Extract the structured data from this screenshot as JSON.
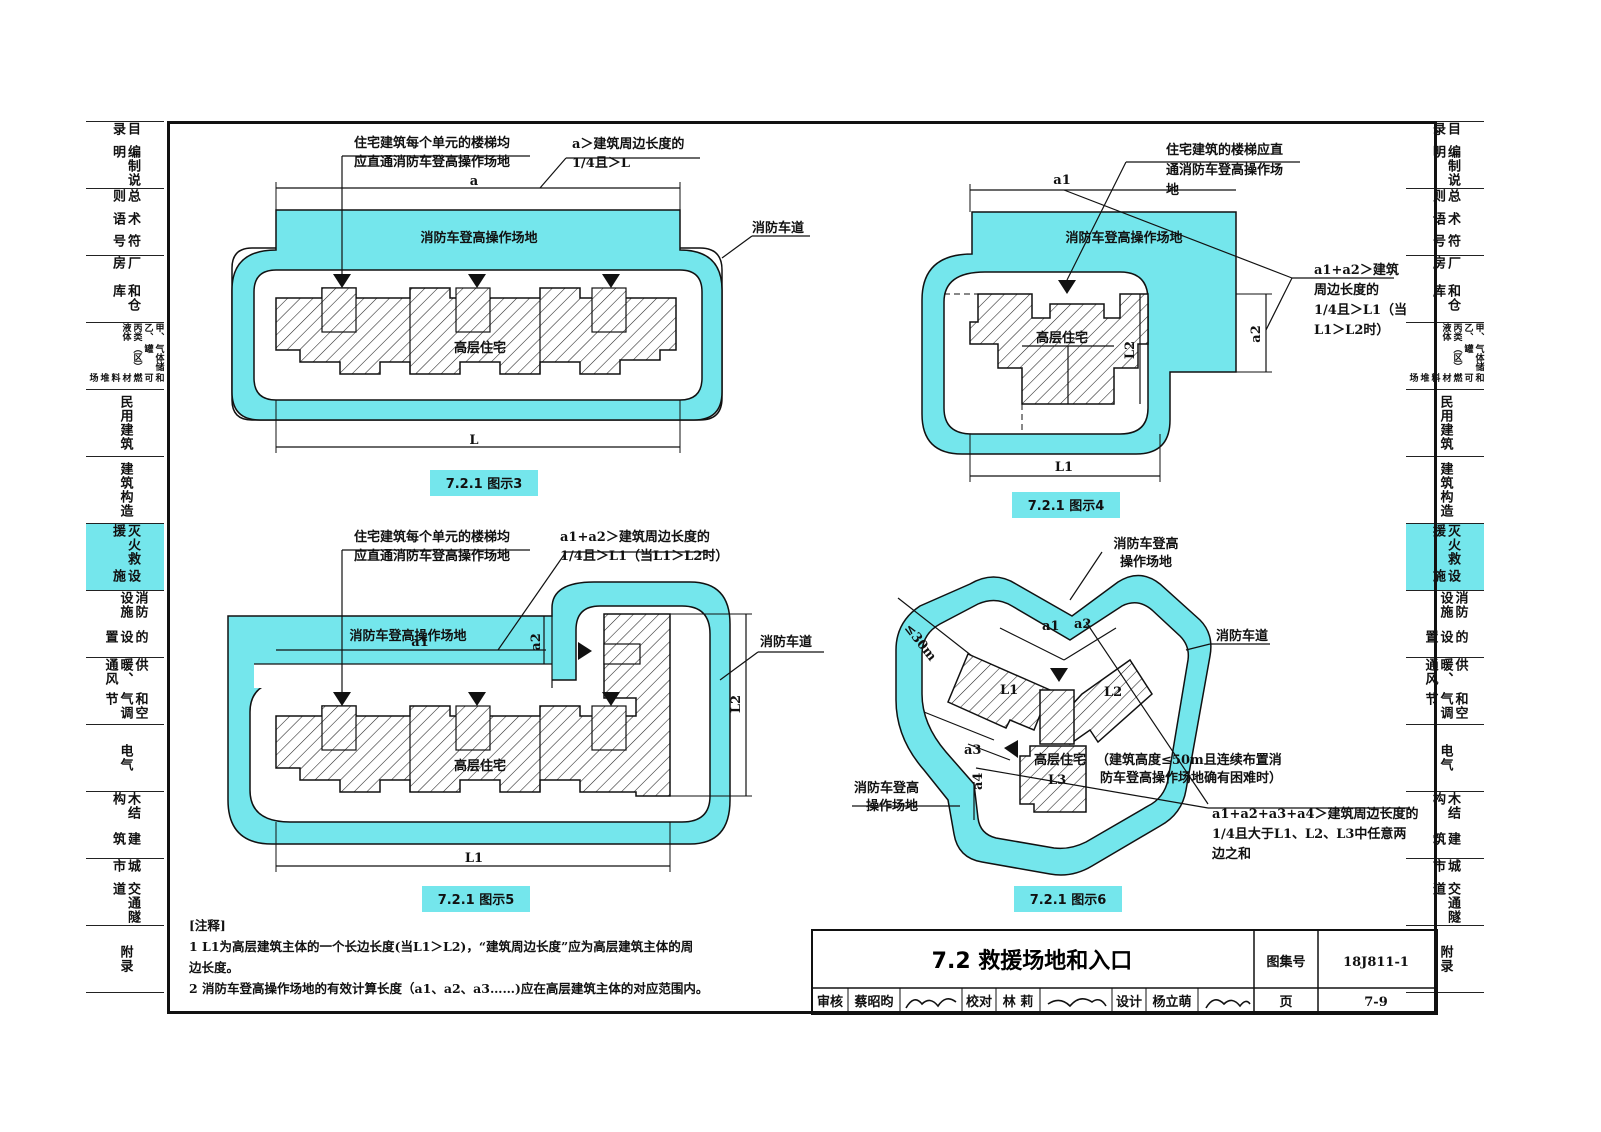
{
  "left_tabs": [
    {
      "lines": [
        "目录",
        "编制说明"
      ]
    },
    {
      "lines": [
        "总则",
        "术语",
        "符号"
      ]
    },
    {
      "lines": [
        "厂房",
        "和仓库"
      ]
    },
    {
      "lines": [
        "甲、乙、丙类液体",
        "气体储罐（区）",
        "和可燃材料堆场"
      ],
      "small": true
    },
    {
      "lines": [
        "民用建筑"
      ]
    },
    {
      "lines": [
        "建筑构造"
      ]
    },
    {
      "lines": [
        "灭火救援",
        "设施"
      ],
      "active": true
    },
    {
      "lines": [
        "消防设施",
        "的设置"
      ]
    },
    {
      "lines": [
        "供暖、通风",
        "和空气调节"
      ]
    },
    {
      "lines": [
        "电气"
      ]
    },
    {
      "lines": [
        "木结构",
        "建筑"
      ]
    },
    {
      "lines": [
        "城市",
        "交通隧道"
      ]
    },
    {
      "lines": [
        "附录"
      ]
    }
  ],
  "fig3": {
    "note1": "住宅建筑每个单元的楼梯均",
    "note2": "应直通消防车登高操作场地",
    "cond1": "a＞建筑周边长度的",
    "cond2": "1/4且＞L",
    "dim_a": "a",
    "dim_L": "L",
    "site": "消防车登高操作场地",
    "road": "消防车道",
    "building": "高层住宅",
    "caption": "7.2.1  图示3"
  },
  "fig4": {
    "note1": "住宅建筑的楼梯应直",
    "note2": "通消防车登高操作场",
    "note3": "地",
    "cond1": "a1+a2＞建筑",
    "cond2": "周边长度的",
    "cond3": "1/4且＞L1（当",
    "cond4": "L1＞L2时）",
    "dim_a1": "a1",
    "dim_a2": "a2",
    "dim_L1": "L1",
    "dim_L2": "L2",
    "site": "消防车登高操作场地",
    "building": "高层住宅",
    "caption": "7.2.1  图示4"
  },
  "fig5": {
    "note1": "住宅建筑每个单元的楼梯均",
    "note2": "应直通消防车登高操作场地",
    "cond1": "a1+a2＞建筑周边长度的",
    "cond2": "1/4且＞L1（当L1＞L2时）",
    "dim_a1": "a1",
    "dim_a2": "a2",
    "dim_L1": "L1",
    "dim_L2": "L2",
    "site": "消防车登高操作场地",
    "road": "消防车道",
    "building": "高层住宅",
    "caption": "7.2.1  图示5"
  },
  "fig6": {
    "site_top1": "消防车登高",
    "site_top2": "操作场地",
    "road": "消防车道",
    "dim_30": "≤30m",
    "dim_a1": "a1",
    "dim_a2": "a2",
    "dim_a3": "a3",
    "dim_a4": "a4",
    "wing_L1": "L1",
    "wing_L2": "L2",
    "wing_L3": "L3",
    "building": "高层住宅",
    "building_note1": "（建筑高度≤50m且连续布置消",
    "building_note2": "防车登高操作场地确有困难时）",
    "site_left1": "消防车登高",
    "site_left2": "操作场地",
    "cond1": "a1+a2+a3+a4＞建筑周边长度的",
    "cond2": "1/4且大于L1、L2、L3中任意两",
    "cond3": "边之和",
    "caption": "7.2.1  图示6"
  },
  "notes": {
    "heading": "[注释]",
    "items": [
      "1  L1为高层建筑主体的一个长边长度(当L1＞L2)，“建筑周边长度”应为高层建筑主体的周",
      "    边长度。",
      "2  消防车登高操作场地的有效计算长度（a1、a2、a3……)应在高层建筑主体的对应范围内。"
    ]
  },
  "title_block": {
    "title": "7.2  救援场地和入口",
    "atlas_label": "图集号",
    "atlas_no": "18J811-1",
    "review_label": "审核",
    "reviewer": "蔡昭昀",
    "check_label": "校对",
    "checker": "林  莉",
    "design_label": "设计",
    "designer": "杨立萌",
    "page_label": "页",
    "page_no": "7-9"
  },
  "colors": {
    "site": "#74e6ec",
    "line": "#111111",
    "active_tab": "#74e6ec"
  }
}
